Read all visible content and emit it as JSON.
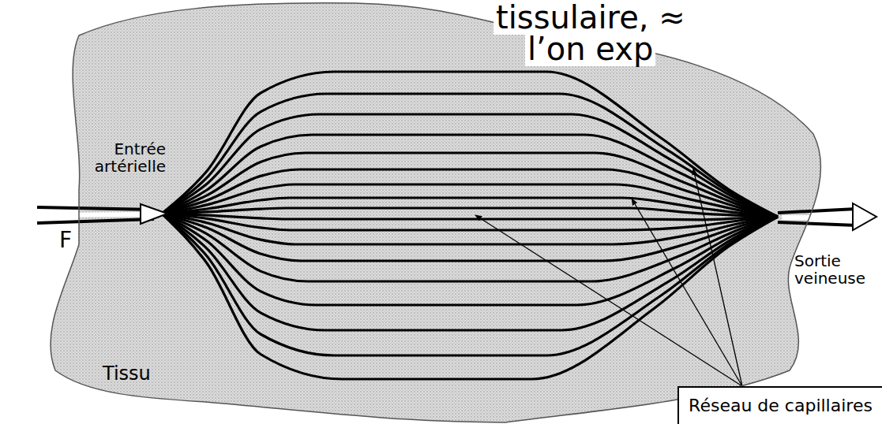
{
  "diagram": {
    "nodes": [
      {
        "text": [
          "Tissu"
        ]
      },
      {
        "text": [
          "Réseau de capillaires"
        ]
      }
    ],
    "labels": [
      "tissulaire, ≈",
      "l’on exp",
      "Entrée artérielle",
      "F",
      "Sortie veineuse"
    ]
  }
}
